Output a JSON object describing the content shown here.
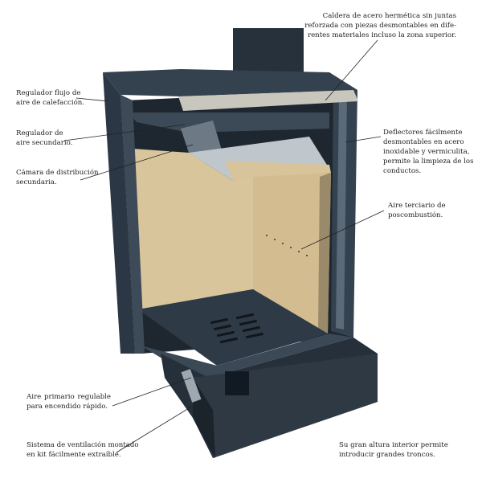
{
  "labels": {
    "caldera": [
      "Caldera de acero hermética sin juntas",
      "reforzada con piezas desmontables en dife-",
      "rentes materiales incluso la zona superior."
    ],
    "regulador_flujo": [
      "Regulador flujo de",
      "aire de calefacción."
    ],
    "regulador_secundario": [
      "Regulador de",
      "aire secundario."
    ],
    "camara": [
      "Cámara de distribución",
      "secundaria."
    ],
    "deflectores": [
      "Deflectores fácilmente",
      "desmontables en acero",
      "inoxidable y vermiculita,",
      "permite la limpieza de los",
      "conductos."
    ],
    "aire_terciario": [
      "Aire terciario de",
      "poscombustión."
    ],
    "aire_primario": [
      "Aire primario regulable",
      "para encendido rápido."
    ],
    "sistema_ventilacion": [
      "Sistema de ventilación montado",
      "en kit fácilmente extraíble."
    ],
    "altura": [
      "Su gran altura interior permite",
      "introducir grandes troncos."
    ]
  },
  "colors": {
    "body": "#2b3744",
    "cream": "#d8c49a",
    "vermiculite": "#c9c6bd"
  }
}
